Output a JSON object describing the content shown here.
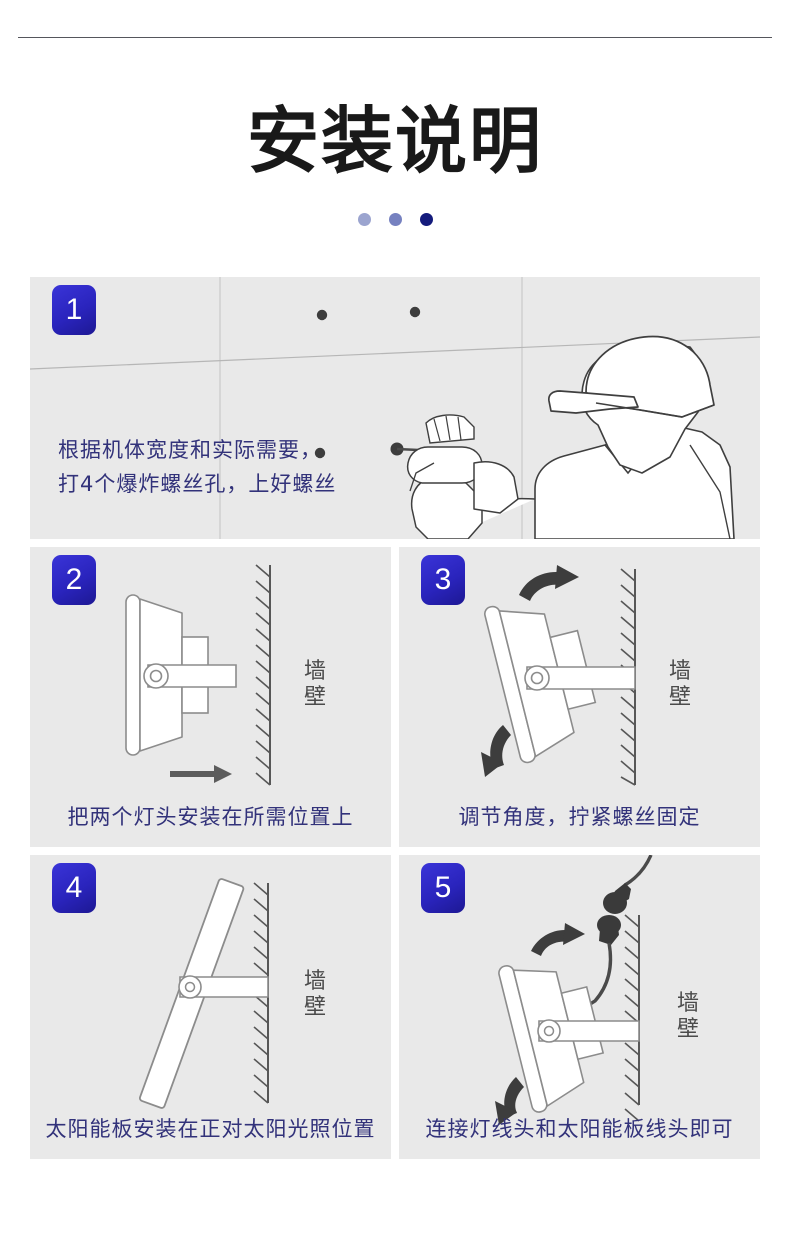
{
  "header": {
    "title": "安装说明",
    "dots": [
      {
        "name": "dot-light",
        "color": "#9ba4cf"
      },
      {
        "name": "dot-medium",
        "color": "#7681c0"
      },
      {
        "name": "dot-dark",
        "color": "#141b7c"
      }
    ]
  },
  "colors": {
    "panel_background": "#e9e9e9",
    "badge_blue": "#2a24bd",
    "caption_text": "#32327a",
    "wall_label_text": "#4b4b4b",
    "title_text": "#191919",
    "rule_line": "#55565c"
  },
  "steps": [
    {
      "number": "1",
      "caption_line1": "根据机体宽度和实际需要，",
      "caption_line2": "打4个爆炸螺丝孔，上好螺丝",
      "illustration": "worker-drilling-wall"
    },
    {
      "number": "2",
      "caption": "把两个灯头安装在所需位置上",
      "wall_label": "墙壁",
      "illustration": "lamp-side-profile-with-arrow"
    },
    {
      "number": "3",
      "caption": "调节角度，拧紧螺丝固定",
      "wall_label": "墙壁",
      "illustration": "lamp-tilted-with-rotation-arrows"
    },
    {
      "number": "4",
      "caption": "太阳能板安装在正对太阳光照位置",
      "wall_label": "墙壁",
      "illustration": "solar-panel-on-bracket"
    },
    {
      "number": "5",
      "caption": "连接灯线头和太阳能板线头即可",
      "wall_label": "墙壁",
      "illustration": "lamp-with-cable-connectors"
    }
  ]
}
